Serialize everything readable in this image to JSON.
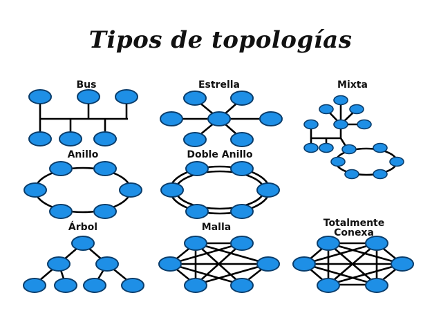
{
  "title": "Tipos de topologías",
  "labels": {
    "bus": "Bus",
    "estrella": "Estrella",
    "mixta": "Mixta",
    "anillo": "Anillo",
    "doble_anillo": "Doble Anillo",
    "arbol": "Árbol",
    "malla": "Malla",
    "totalmente_line1": "Totalmente",
    "totalmente_line2": "Conexa"
  },
  "colors": {
    "node_fill": "#1e8fe6",
    "node_stroke": "#0a3d6b",
    "edge": "#000000"
  }
}
